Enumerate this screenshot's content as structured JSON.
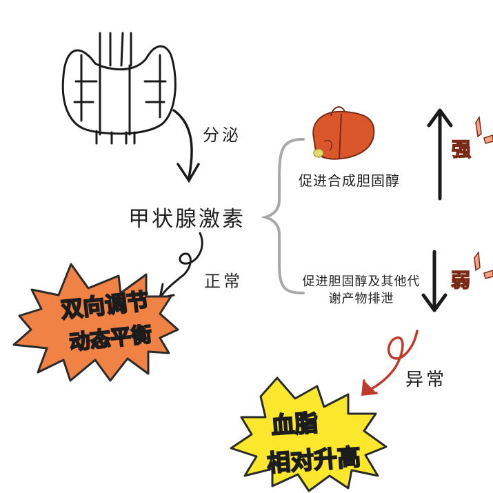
{
  "diagram": {
    "center_label": "甲状腺激素",
    "secrete_label": "分泌",
    "normal_label": "正常",
    "abnormal_label": "异常",
    "branch_top_text": "促进合成胆固醇",
    "branch_bottom_text": "促进胆固醇及其他代谢产物排泄",
    "tag_strong": "强",
    "tag_weak": "弱",
    "burst_orange": {
      "line1": "双向调节",
      "line2": "动态平衡"
    },
    "burst_yellow": {
      "line1": "血脂",
      "line2": "相对升高"
    }
  },
  "colors": {
    "line": "#1a1a1a",
    "brace": "#a8a8a8",
    "curl_red": "#c0392b",
    "orange_burst": "#f08245",
    "yellow_burst": "#fbe82c",
    "liver": "#d9572b",
    "tag_fill": "#f3a487"
  },
  "icons": [
    "thyroid-icon",
    "liver-icon"
  ]
}
